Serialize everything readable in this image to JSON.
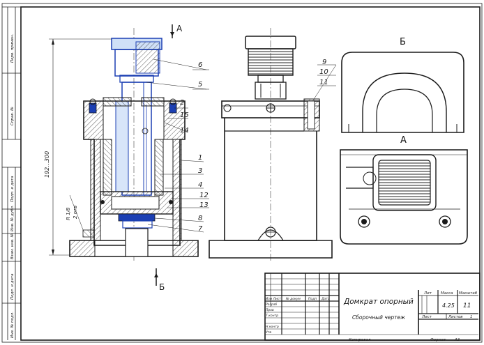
{
  "drawing": {
    "title": "Домкрат опорный",
    "subtitle": "Сборочный чертеж",
    "scale": "11",
    "mass": "4.25",
    "sheet_label": "Лист",
    "sheets_label": "Листов",
    "sheets_count": "1",
    "lit_label": "Лит",
    "mass_label": "Масса",
    "scale_label": "Масштаб",
    "format_label": "Формат",
    "format_value": "А3",
    "copy_label": "Копировал"
  },
  "title_block": {
    "rows": [
      "Изм Лист",
      "Разраб",
      "Пров",
      "Т.контр",
      "",
      "Н.контр",
      "Утв"
    ],
    "cols": [
      "№ докум",
      "Подп",
      "Дата"
    ]
  },
  "views": {
    "section_a": "А",
    "section_b": "Б",
    "view_b_label": "Б",
    "view_a_label": "А"
  },
  "dimensions": {
    "height": "192...300",
    "thread": "R 1/8",
    "holes": "2 отв"
  },
  "callouts": [
    "6",
    "5",
    "2",
    "15",
    "14",
    "1",
    "3",
    "4",
    "12",
    "13",
    "8",
    "7",
    "9",
    "10",
    "11"
  ],
  "frame_side_labels": [
    "Перв. примен.",
    "Справ. №",
    "Подп. и дата",
    "Инв. № дубл.",
    "Взам. инв. №",
    "Подп. и дата",
    "Инв. № подл."
  ],
  "colors": {
    "line": "#1a1a1a",
    "blue": "#1b3fb3",
    "hatch": "#3a3a3a"
  }
}
